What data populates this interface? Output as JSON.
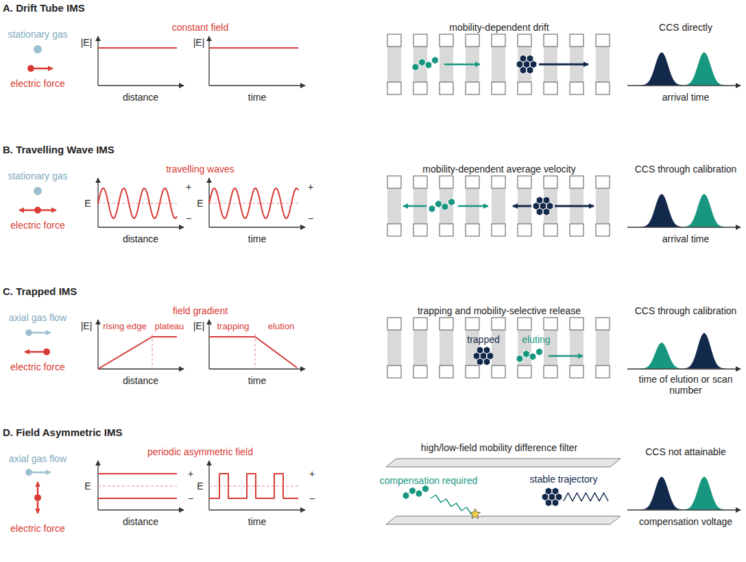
{
  "diagram": {
    "labels": [
      "A. Drift Tube IMS",
      "stationary gas",
      "electric force",
      "constant field",
      "|E|",
      "distance",
      "|E|",
      "time",
      "mobility-dependent drift",
      "CCS directly",
      "arrival time",
      "B. Travelling Wave IMS",
      "stationary gas",
      "electric force",
      "travelling waves",
      "E",
      "+",
      "−",
      "distance",
      "E",
      "+",
      "−",
      "time",
      "mobility-dependent average velocity",
      "CCS through calibration",
      "arrival time",
      "C. Trapped IMS",
      "axial gas flow",
      "electric force",
      "field gradient",
      "|E|",
      "rising edge",
      "plateau",
      "distance",
      "|E|",
      "trapping",
      "elution",
      "time",
      "trapping and mobility-selective release",
      "trapped",
      "eluting",
      "CCS through calibration",
      "time of elution or scan number",
      "D. Field Asymmetric IMS",
      "axial gas flow",
      "electric force",
      "periodic asymmetric field",
      "E",
      "+",
      "−",
      "distance",
      "E",
      "+",
      "−",
      "time",
      "high/low-field mobility difference filter",
      "compensation required",
      "stable trajectory",
      "CCS not attainable",
      "compensation voltage"
    ]
  }
}
